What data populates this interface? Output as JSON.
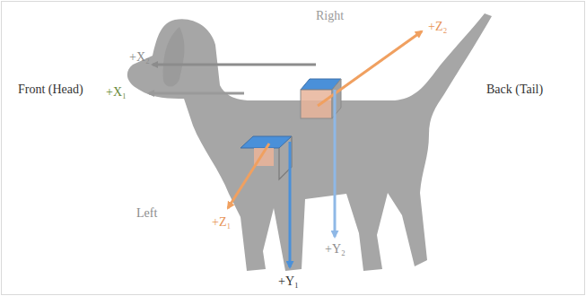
{
  "diagram": {
    "labels": [
      "Right",
      "+Z₂",
      "Front (Head)",
      "Back (Tail)",
      "+X₂",
      "+X₁",
      "+Z₁",
      "Left",
      "+Y₁",
      "+Y₂"
    ]
  }
}
